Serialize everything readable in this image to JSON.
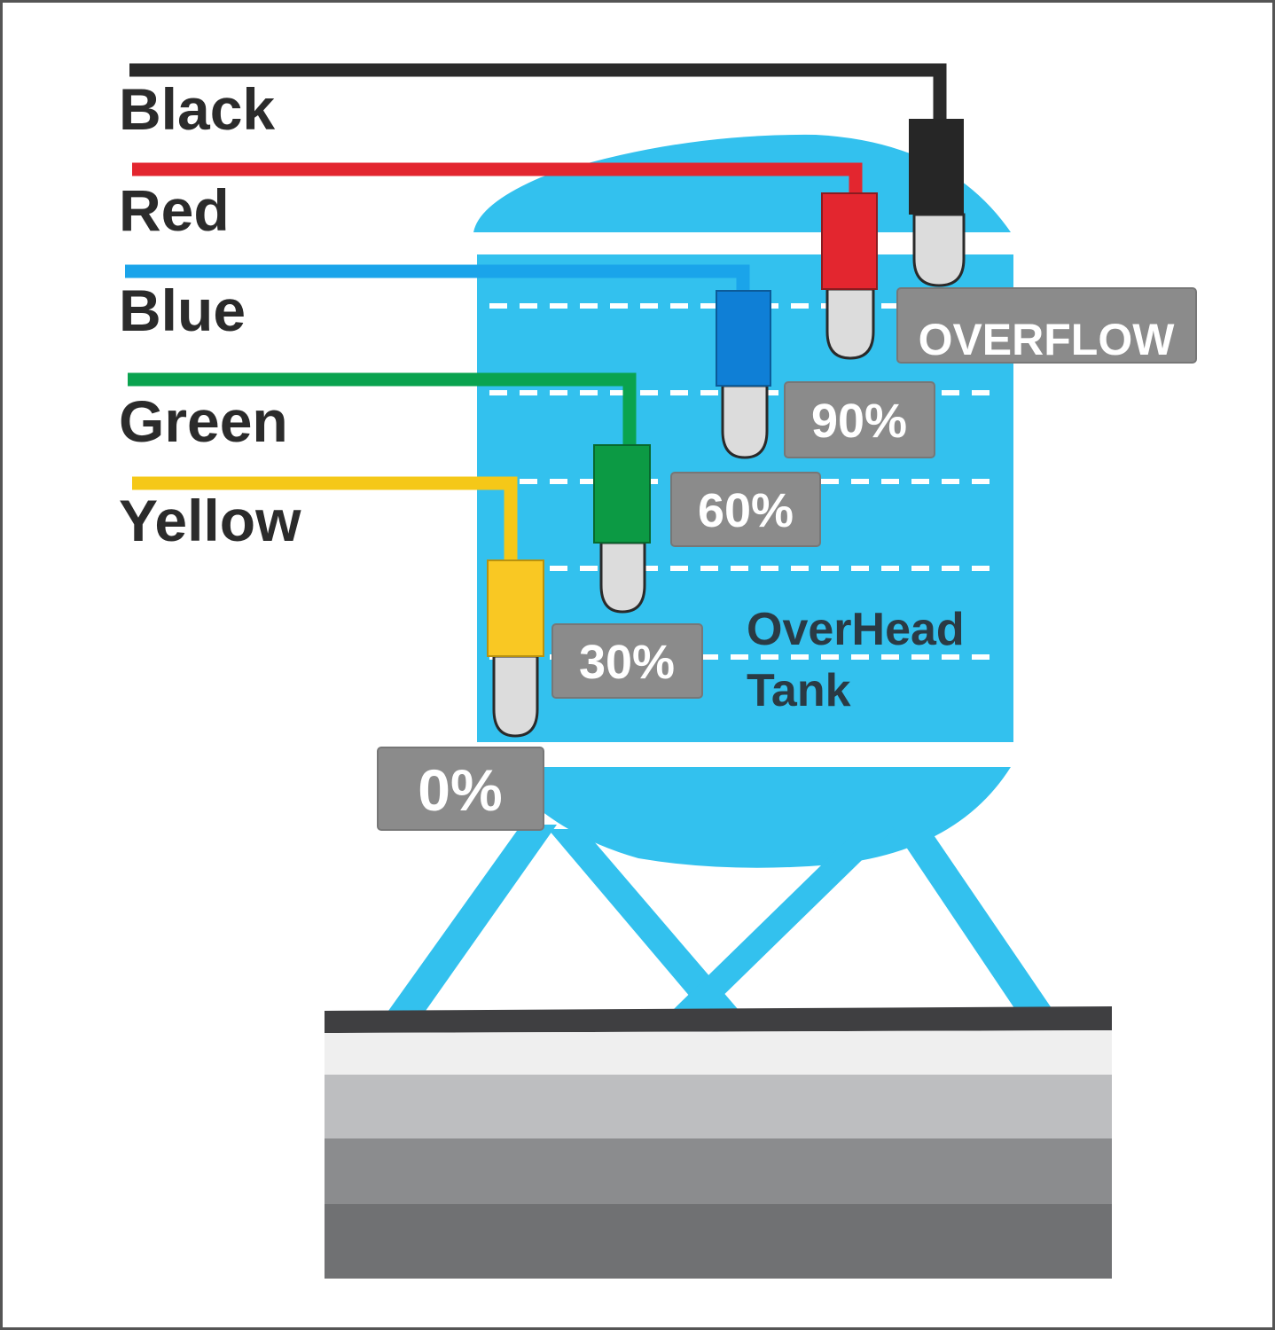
{
  "wires": [
    {
      "label": "Black",
      "color": "#2a2a2a"
    },
    {
      "label": "Red",
      "color": "#e3262f"
    },
    {
      "label": "Blue",
      "color": "#1aa4ea"
    },
    {
      "label": "Green",
      "color": "#0aa34f"
    },
    {
      "label": "Yellow",
      "color": "#f5c818"
    }
  ],
  "probe_colors": {
    "Black": "#262626",
    "Red": "#e3262f",
    "Blue": "#0f7fd6",
    "Green": "#0c9a44",
    "Yellow": "#f9c823",
    "tip": "#dcdcdc"
  },
  "levels": [
    {
      "label": "OVERFLOW"
    },
    {
      "label": "90%"
    },
    {
      "label": "60%"
    },
    {
      "label": "30%"
    },
    {
      "label": "0%"
    }
  ],
  "tank": {
    "label_line1": "OverHead",
    "label_line2": "Tank",
    "color": "#33c1ee",
    "dashed_line_color": "#ffffff"
  },
  "label_box_color": "#8b8b8b",
  "ground_colors": [
    "#3f3f41",
    "#efefef",
    "#bdbec0",
    "#8b8c8e",
    "#707173"
  ]
}
